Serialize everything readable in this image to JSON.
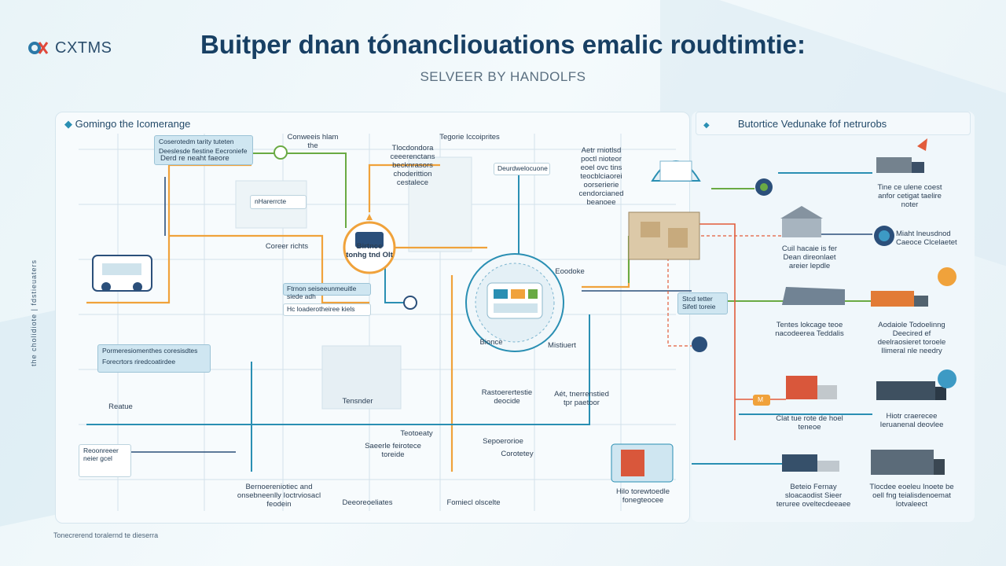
{
  "header": {
    "logo_text": "CXTMS",
    "title": "Buitper dnan tónancliouations emalic roudtimtie:",
    "subtitle": "SELVEER BY HANDOLFS"
  },
  "left_panel": {
    "heading": "Gomingo the Icomerange",
    "vertical_note": "the cholidiote | fdstieuaters",
    "labels": {
      "top_box_1": "Coserotedm tarity tuteten",
      "top_box_1b": "Deeslesde fiestine Eecroniefe",
      "top_box_2": "Derd re neaht faeore",
      "hub_top": "Conweeis hlam the",
      "col2_title": "Tlocdondora ceeerenctans becknrasors choderittion cestalece",
      "col3_title": "Tegorie Iccoiprites",
      "col3_box": "Deurdwelocuone",
      "col4_title": "Aetr rniotlsd poctl nioteor eoel ovc tins teocblciaorei oorserierie cendorcianed beanoee",
      "map_tag": "nHarerrcte",
      "hub_center": "Birtnce tonhg tnd OIt",
      "gate_label": "Coreer richts",
      "mid_box_1": "Ftrnon seiseeunmeuitle siede adh",
      "mid_box_2": "Hc loaderotheiree kiels",
      "left_box_1": "Pormeresiomenthes coresisdtes",
      "left_box_2": "Forecrtors riredcoatirdee",
      "reside": "Reatue",
      "tensnder": "Tensnder",
      "wheel_label_1": "Bionce",
      "wheel_label_2": "Mistiuert",
      "wheel_label_3": "Eoodoke",
      "mid_bottom_1": "Rastoerertestie deocide",
      "mid_bottom_2": "Aét, tnerrenstied tpr paetoor",
      "btm_box_1": "Teotoeaty",
      "btm_box_2": "Saeerle feirotece toreide",
      "btm_box_3": "Sepoerorioe",
      "btm_box_4": "Corotetey",
      "btm_label_1": "Bernoereniotiec and onsebneenlly Ioctrviosacl feodein",
      "btm_label_2": "Deeoreoeliates",
      "btm_label_3": "Fomiecl olscelte",
      "btm_label_4": "Hilo torewtoedle fonegteocee",
      "side_tag": "Stcd tetter\nSifetl toreie",
      "small_left_box": "Reoonreeer neier gcel"
    }
  },
  "right_panel": {
    "heading": "Butortice Vedunake fof netrurobs",
    "items": [
      "Tine ce ulene coest anfor cetigat taelire noter",
      "Cuil hacaie is fer Dean direonlaet areier lepdle",
      "Miaht lneusdnod Caeoce Clcelaetet",
      "Tentes lokcage teoe nacodeerea Teddalis",
      "Aodaiole Todoelinng Deecired ef deelraosieret toroele Ilimeral nle needry",
      "Clat tue rote de hoel teneoe",
      "Hiotr craerecee Ieruanenal deovlee",
      "Beteio Fernay sloacaodist Sieer teruree oveltecdeeaee",
      "Tlocdee eoeleu Inoete be oell fng teialisdenoemat lotvaleect"
    ],
    "badge": "M"
  },
  "footer": {
    "text": "Tonecrerend toralernd te dieserra"
  },
  "colors": {
    "title": "#173f63",
    "accent_orange": "#f0a23b",
    "accent_green": "#6aaa43",
    "accent_teal": "#2a8fb3",
    "accent_red": "#e25c3b",
    "accent_navy": "#2b4f7a"
  },
  "icons": [
    "logo-icon",
    "globe-icon",
    "truck-icon",
    "warehouse-icon",
    "hub-icon",
    "sun-icon",
    "phone-icon",
    "arrow-icon"
  ]
}
